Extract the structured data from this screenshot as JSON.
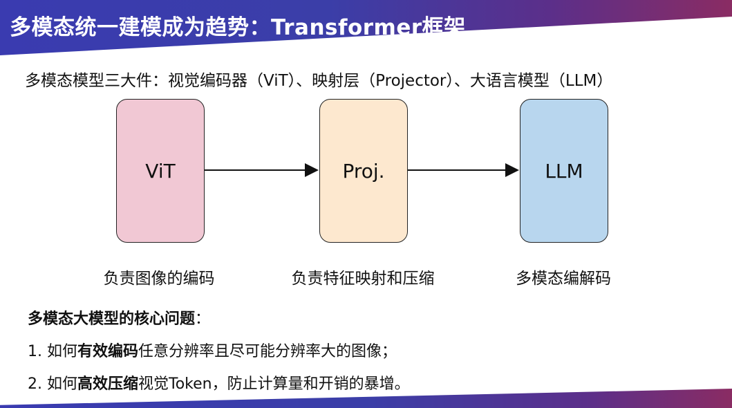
{
  "header": {
    "title": "多模态统一建模成为趋势：Transformer框架"
  },
  "subtitle": "多模态模型三大件：视觉编码器（ViT）、映射层（Projector）、大语言模型（LLM）",
  "diagram": {
    "boxes": [
      {
        "label": "ViT",
        "color": "#f1c8d4",
        "caption": "负责图像的编码"
      },
      {
        "label": "Proj.",
        "color": "#fde8cf",
        "caption": "负责特征映射和压缩"
      },
      {
        "label": "LLM",
        "color": "#b8d6ee",
        "caption": "多模态编解码"
      }
    ]
  },
  "problems": {
    "title_bold": "多模态大模型的核心问题",
    "title_suffix": "：",
    "items": [
      {
        "prefix": "1. 如何",
        "bold": "有效编码",
        "suffix": "任意分辨率且尽可能分辨率大的图像；"
      },
      {
        "prefix": "2. 如何",
        "bold": "高效压缩",
        "suffix": "视觉Token，防止计算量和开销的暴增。"
      }
    ]
  },
  "theme": {
    "header_color": "#3b3ea8",
    "accent_color": "#8a2c63"
  }
}
